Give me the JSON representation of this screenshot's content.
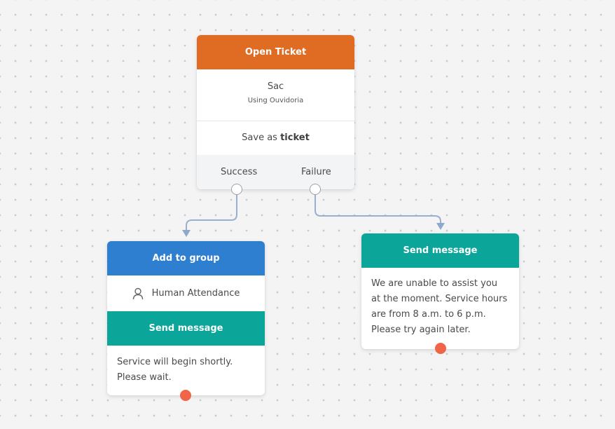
{
  "open_ticket": {
    "title": "Open Ticket",
    "queue": "Sac",
    "using": "Using Ouvidoria",
    "save_prefix": "Save as",
    "save_var": "ticket",
    "success_label": "Success",
    "failure_label": "Failure"
  },
  "add_to_group": {
    "title": "Add to group",
    "group": "Human Attendance",
    "group_icon": "person-icon",
    "send_title": "Send message",
    "message": "Service will begin shortly. Please wait."
  },
  "failure_message": {
    "title": "Send message",
    "message": "We are unable to assist you at the moment. Service hours are from 8 a.m. to 6 p.m. Please try again later."
  },
  "colors": {
    "orange": "#e06c23",
    "blue": "#2f7fd1",
    "teal": "#0ba59a",
    "connector": "#9aaed0",
    "end_handle": "#f06548"
  }
}
